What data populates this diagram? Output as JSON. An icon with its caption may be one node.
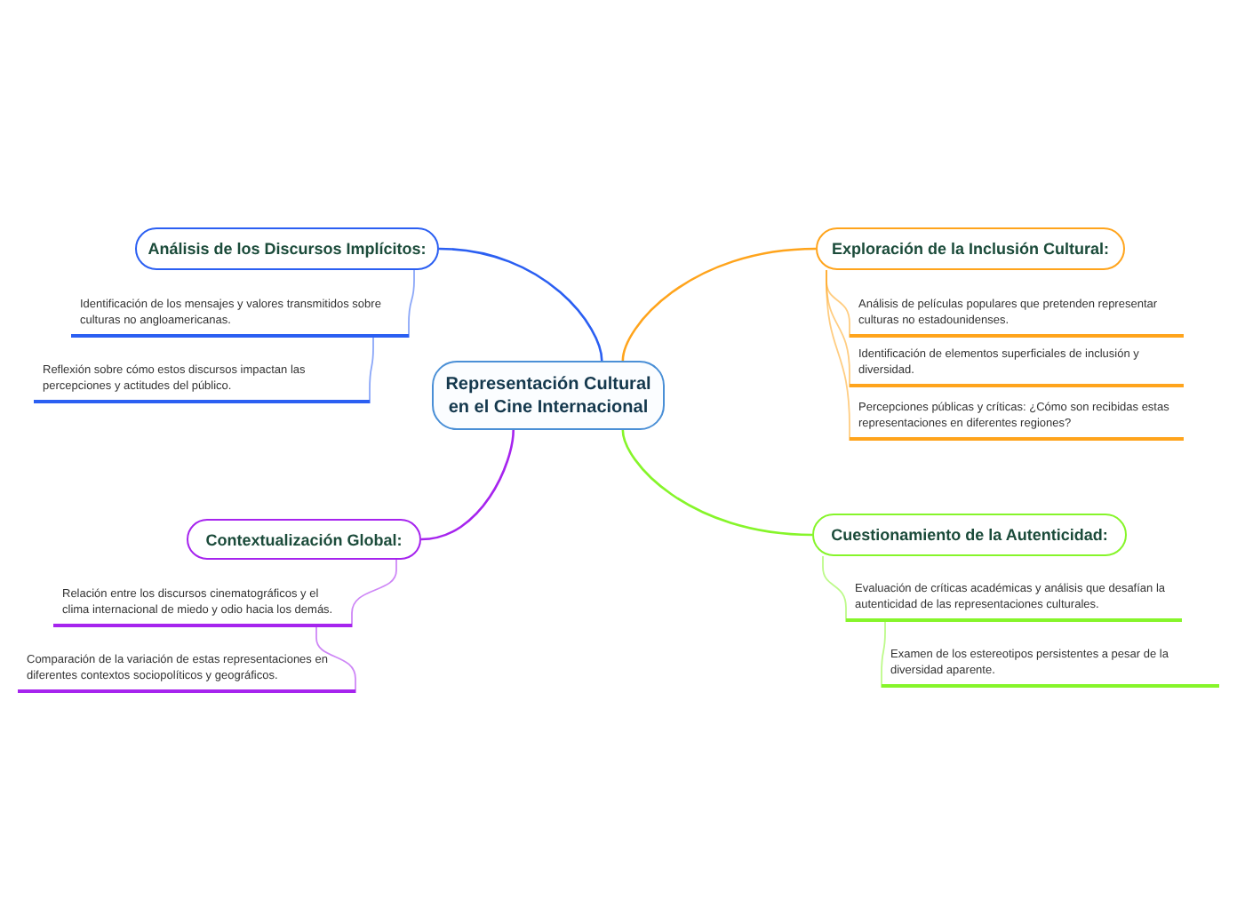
{
  "diagram": {
    "nodes": [
      {
        "text": [
          "Representación Cultural en el Cine Internacional"
        ]
      },
      {
        "text": [
          "Análisis de los Discursos Implícitos:"
        ]
      },
      {
        "text": [
          "Identificación de los mensajes y valores transmitidos sobre culturas no angloamericanas."
        ]
      },
      {
        "text": [
          "Reflexión sobre cómo estos discursos impactan las percepciones y actitudes del público."
        ]
      },
      {
        "text": [
          "Exploración de la Inclusión Cultural:"
        ]
      },
      {
        "text": [
          "Análisis de películas populares que pretenden representar culturas no estadounidenses."
        ]
      },
      {
        "text": [
          "Identificación de elementos superficiales de inclusión y diversidad."
        ]
      },
      {
        "text": [
          "Percepciones públicas y críticas: ¿Cómo son recibidas estas representaciones en diferentes regiones?"
        ]
      },
      {
        "text": [
          "Contextualización Global:"
        ]
      },
      {
        "text": [
          "Relación entre los discursos cinematográficos y el clima internacional de miedo y odio hacia los demás."
        ]
      },
      {
        "text": [
          "Comparación de la variación de estas representaciones en diferentes contextos sociopolíticos y geográficos."
        ]
      },
      {
        "text": [
          "Cuestionamiento de la Autenticidad:"
        ]
      },
      {
        "text": [
          "Evaluación de críticas académicas y análisis que desafían la autenticidad de las representaciones culturales."
        ]
      },
      {
        "text": [
          "Examen de los estereotipos persistentes a pesar de la diversidad aparente."
        ]
      }
    ],
    "edges": [
      {
        "from": 0,
        "to": 1,
        "arrow": "none",
        "color": "#2b5ff2"
      },
      {
        "from": 1,
        "to": 2,
        "arrow": "none",
        "color": "#2b5ff2"
      },
      {
        "from": 2,
        "to": 3,
        "arrow": "none",
        "color": "#2b5ff2"
      },
      {
        "from": 0,
        "to": 4,
        "arrow": "none",
        "color": "#ffa41c"
      },
      {
        "from": 4,
        "to": 5,
        "arrow": "none",
        "color": "#ffa41c"
      },
      {
        "from": 4,
        "to": 6,
        "arrow": "none",
        "color": "#ffa41c"
      },
      {
        "from": 4,
        "to": 7,
        "arrow": "none",
        "color": "#ffa41c"
      },
      {
        "from": 0,
        "to": 8,
        "arrow": "none",
        "color": "#a624ee"
      },
      {
        "from": 8,
        "to": 9,
        "arrow": "none",
        "color": "#a624ee"
      },
      {
        "from": 9,
        "to": 10,
        "arrow": "none",
        "color": "#a624ee"
      },
      {
        "from": 0,
        "to": 11,
        "arrow": "none",
        "color": "#86f52a"
      },
      {
        "from": 11,
        "to": 12,
        "arrow": "none",
        "color": "#86f52a"
      },
      {
        "from": 12,
        "to": 13,
        "arrow": "none",
        "color": "#86f52a"
      }
    ]
  }
}
